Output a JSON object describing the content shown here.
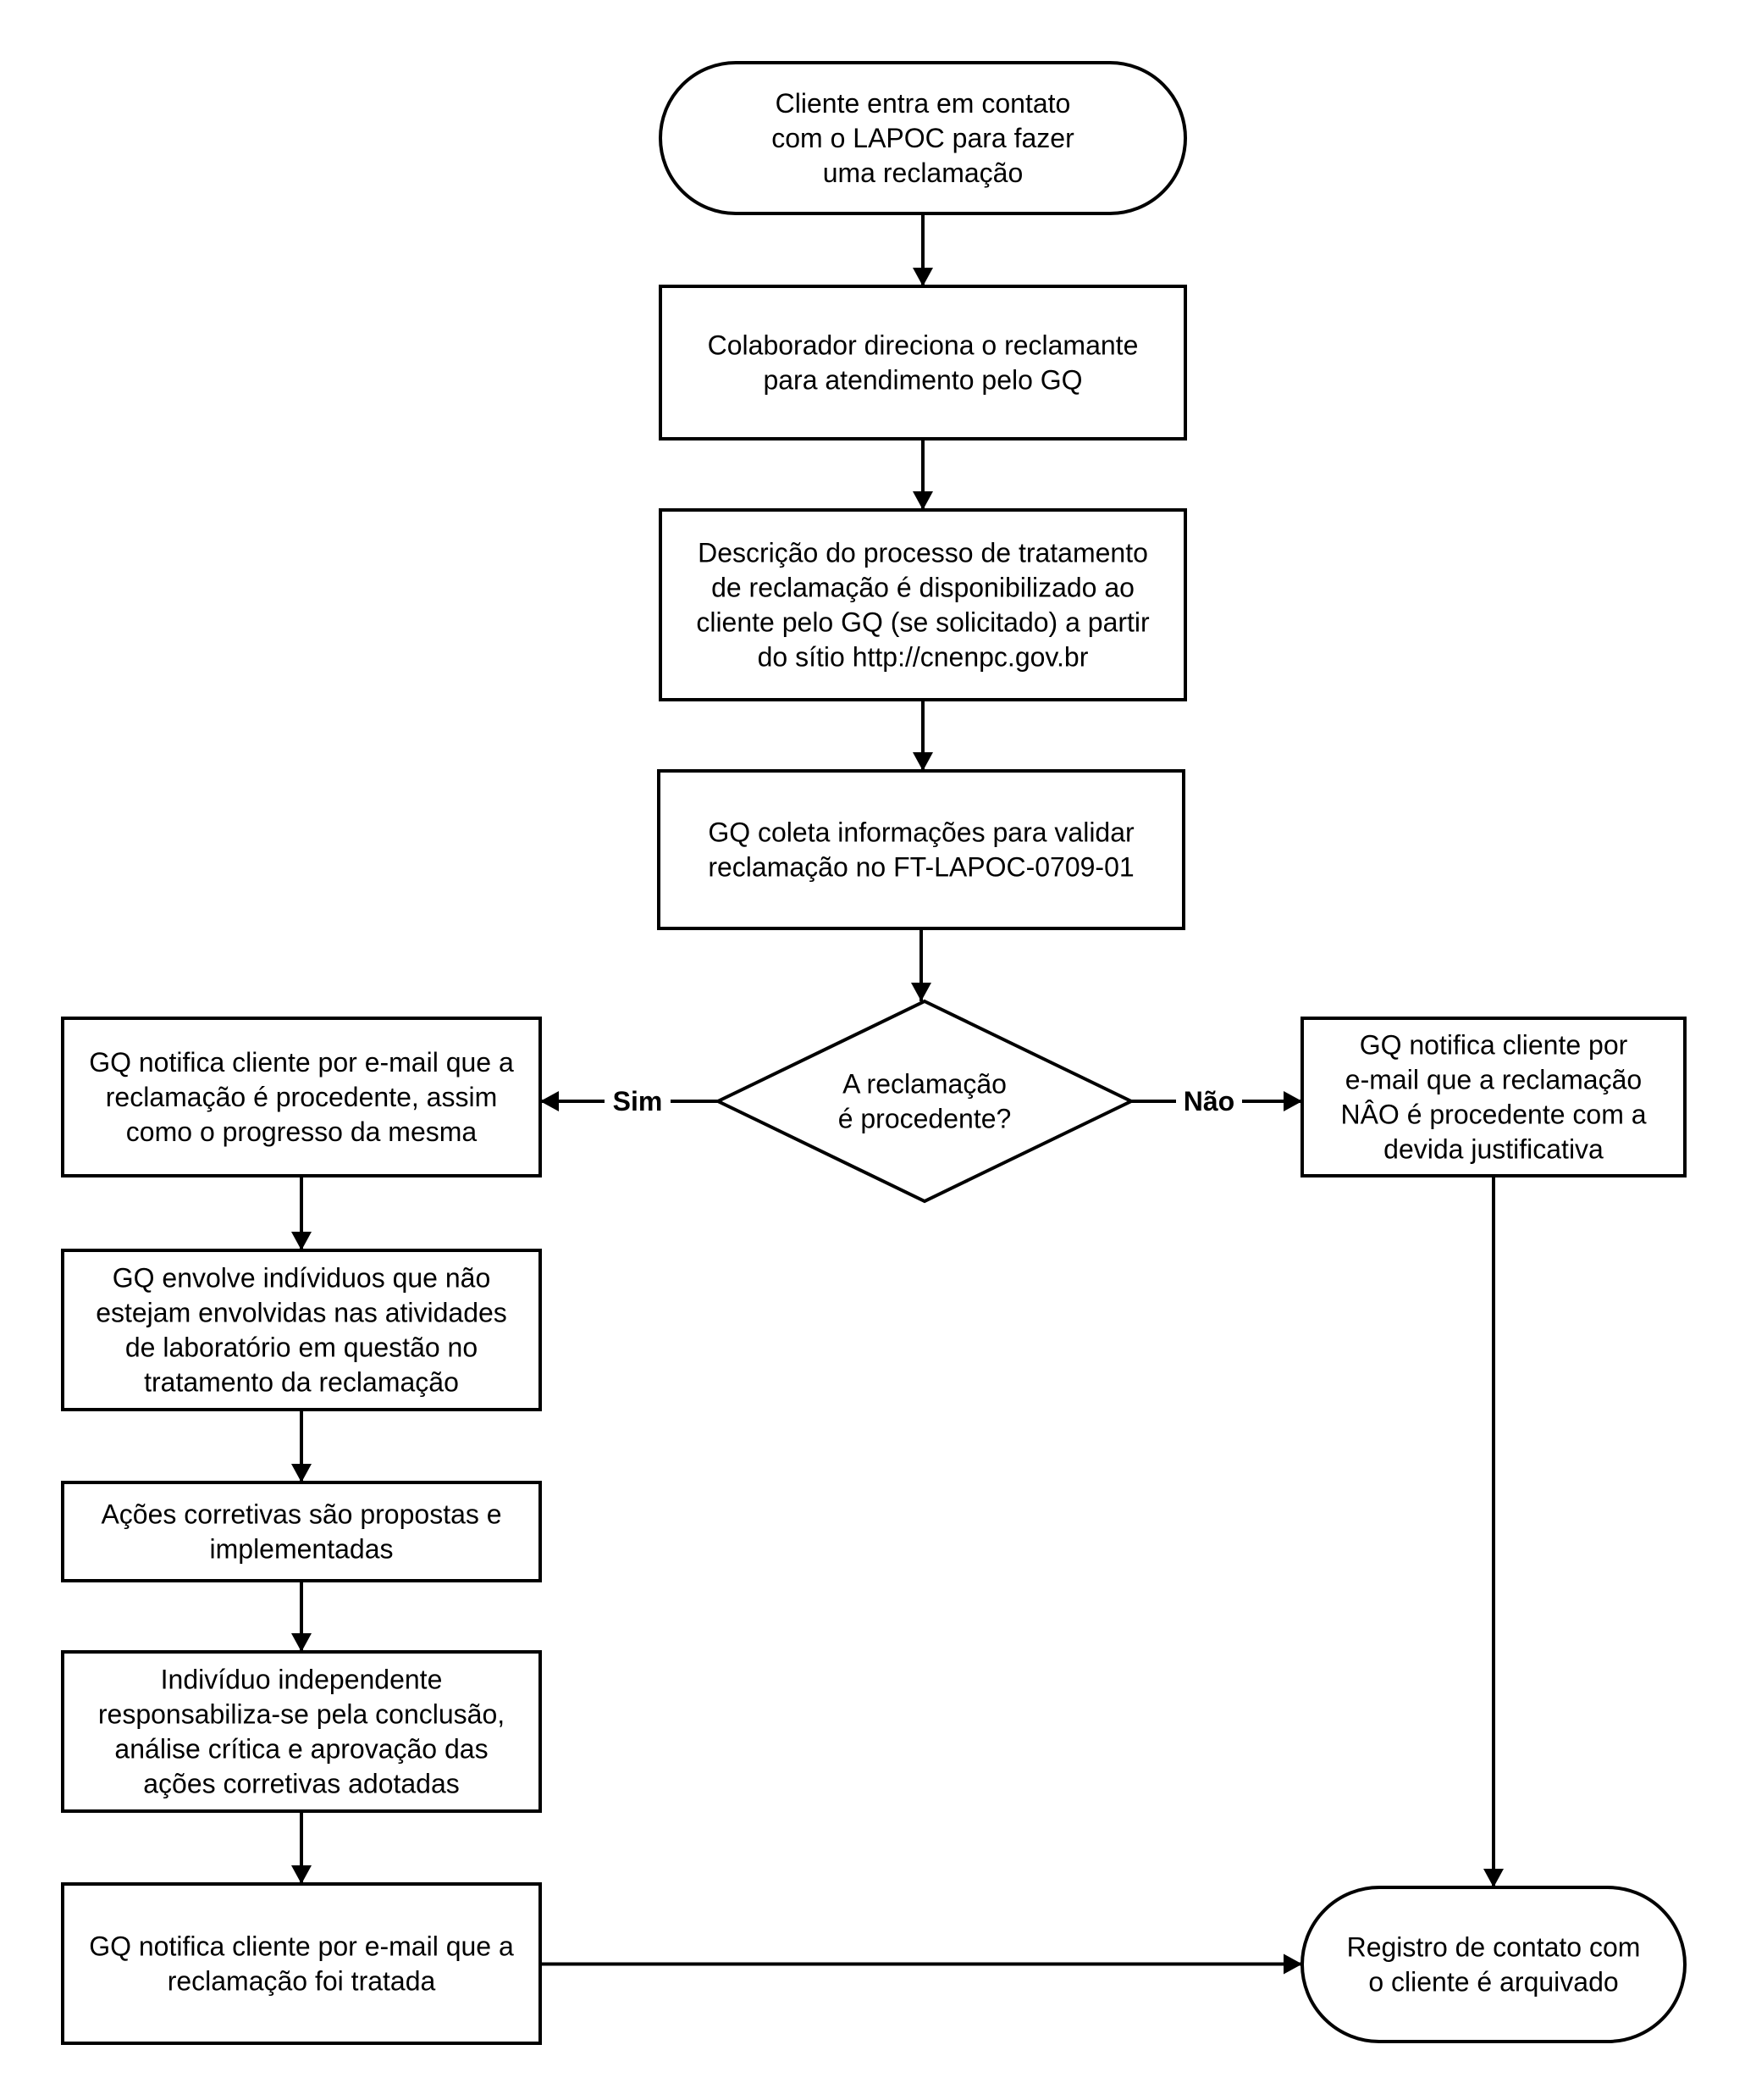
{
  "diagram": {
    "nodes": [
      {
        "id": "start",
        "shape": "terminator",
        "lines": [
          "Cliente entra em contato",
          "com o LAPOC para fazer",
          "uma reclamação"
        ]
      },
      {
        "id": "direct",
        "shape": "process",
        "lines": [
          "Colaborador direciona o reclamante",
          "para atendimento pelo GQ"
        ]
      },
      {
        "id": "describe",
        "shape": "process",
        "lines": [
          "Descrição do processo de tratamento",
          "de reclamação é disponibilizado ao",
          "cliente pelo GQ (se solicitado) a partir",
          "do sítio http://cnenpc.gov.br"
        ]
      },
      {
        "id": "collect",
        "shape": "process",
        "lines": [
          "GQ coleta informações para validar",
          "reclamação no FT-LAPOC-0709-01"
        ]
      },
      {
        "id": "decision",
        "shape": "decision",
        "lines": [
          "A reclamação",
          "é procedente?"
        ]
      },
      {
        "id": "notify_yes",
        "shape": "process",
        "lines": [
          "GQ notifica cliente por e-mail que a",
          "reclamação é procedente, assim",
          "como o progresso da mesma"
        ]
      },
      {
        "id": "notify_no",
        "shape": "process",
        "lines": [
          "GQ notifica cliente por",
          "e-mail que a reclamação",
          "NÂO é procedente com a",
          "devida justificativa"
        ]
      },
      {
        "id": "involve",
        "shape": "process",
        "lines": [
          "GQ envolve indíviduos que não",
          "estejam envolvidas nas atividades",
          "de laboratório em questão no",
          "tratamento da reclamação"
        ]
      },
      {
        "id": "actions",
        "shape": "process",
        "lines": [
          "Ações corretivas são propostas e",
          "implementadas"
        ]
      },
      {
        "id": "independent",
        "shape": "process",
        "lines": [
          "Indivíduo independente",
          "responsabiliza-se pela conclusão,",
          "análise crítica e aprovação das",
          "ações corretivas adotadas"
        ]
      },
      {
        "id": "notify_done",
        "shape": "process",
        "lines": [
          "GQ notifica cliente por e-mail que a",
          "reclamação foi tratada"
        ]
      },
      {
        "id": "archive",
        "shape": "terminator",
        "lines": [
          "Registro de contato com",
          "o cliente é arquivado"
        ]
      }
    ],
    "edges": [
      {
        "from": "start",
        "to": "direct",
        "label": ""
      },
      {
        "from": "direct",
        "to": "describe",
        "label": ""
      },
      {
        "from": "describe",
        "to": "collect",
        "label": ""
      },
      {
        "from": "collect",
        "to": "decision",
        "label": ""
      },
      {
        "from": "decision",
        "to": "notify_yes",
        "label": "Sim"
      },
      {
        "from": "decision",
        "to": "notify_no",
        "label": "Não"
      },
      {
        "from": "notify_yes",
        "to": "involve",
        "label": ""
      },
      {
        "from": "involve",
        "to": "actions",
        "label": ""
      },
      {
        "from": "actions",
        "to": "independent",
        "label": ""
      },
      {
        "from": "independent",
        "to": "notify_done",
        "label": ""
      },
      {
        "from": "notify_done",
        "to": "archive",
        "label": ""
      },
      {
        "from": "notify_no",
        "to": "archive",
        "label": ""
      }
    ]
  }
}
